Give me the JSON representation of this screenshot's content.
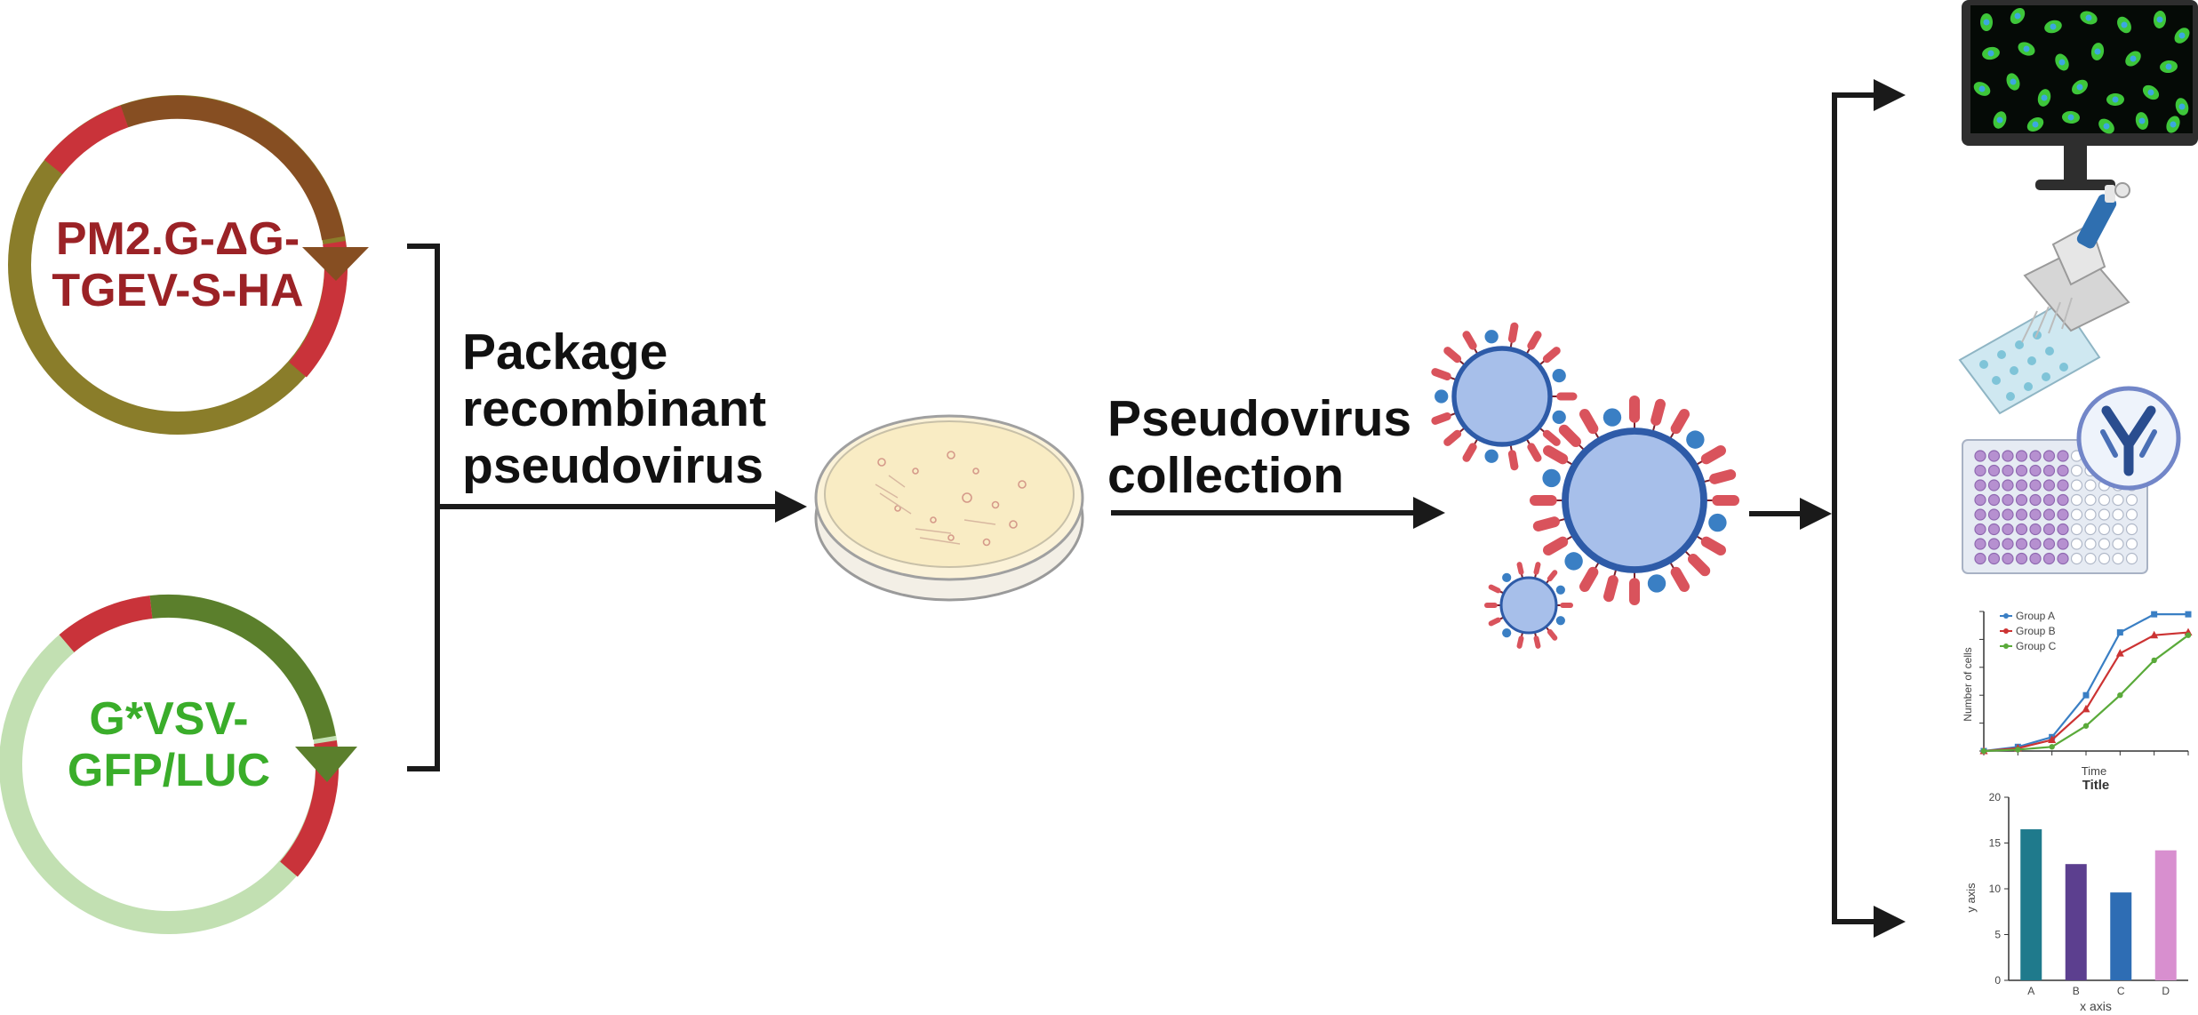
{
  "plasmids": {
    "top": {
      "line1": "PM2.G-ΔG-",
      "line2": "TGEV-S-HA"
    },
    "bottom": {
      "line1": "G*VSV-",
      "line2": "GFP/LUC"
    }
  },
  "steps": {
    "package": {
      "line1": "Package",
      "line2": "recombinant",
      "line3": "pseudovirus"
    },
    "collection": {
      "line1": "Pseudovirus",
      "line2": "collection"
    }
  },
  "icons": {
    "plasmid_top": "plasmid-icon",
    "plasmid_bottom": "plasmid-icon",
    "dish": "petri-dish-icon",
    "virus": "pseudovirus-particle-icon",
    "monitor": "fluorescence-microscopy-monitor-icon",
    "pipette": "multichannel-pipette-icon",
    "plate": "well-plate-icon",
    "antibody": "antibody-icon"
  },
  "colors": {
    "top_plasmid_text": "#9b2226",
    "bottom_plasmid_text": "#3aad2a",
    "arrow": "#1a1a1a"
  },
  "line_chart": {
    "type": "line",
    "legend": [
      "Group A",
      "Group B",
      "Group C"
    ],
    "ylabel": "Number of cells",
    "xlabel": "Time",
    "title": "Title",
    "series": [
      {
        "name": "Group A",
        "color": "#3a7fc4",
        "values": [
          0,
          0.3,
          1,
          4,
          8.5,
          9.8,
          9.8
        ]
      },
      {
        "name": "Group B",
        "color": "#cc3333",
        "values": [
          0,
          0.2,
          0.8,
          3,
          7,
          8.3,
          8.5
        ]
      },
      {
        "name": "Group C",
        "color": "#5aaa3a",
        "values": [
          0,
          0.1,
          0.3,
          1.8,
          4,
          6.5,
          8.3
        ]
      }
    ],
    "ylim": [
      0,
      10
    ]
  },
  "bar_chart": {
    "type": "bar",
    "categories": [
      "A",
      "B",
      "C",
      "D"
    ],
    "values": [
      16.5,
      12.7,
      9.6,
      14.2
    ],
    "colors": [
      "#1f7a8c",
      "#5c3f8f",
      "#2e6db4",
      "#d88fcf"
    ],
    "yticks": [
      "0",
      "5",
      "10",
      "15",
      "20"
    ],
    "ylim": [
      0,
      20
    ],
    "xlabel": "x axis",
    "ylabel": "y axis"
  }
}
